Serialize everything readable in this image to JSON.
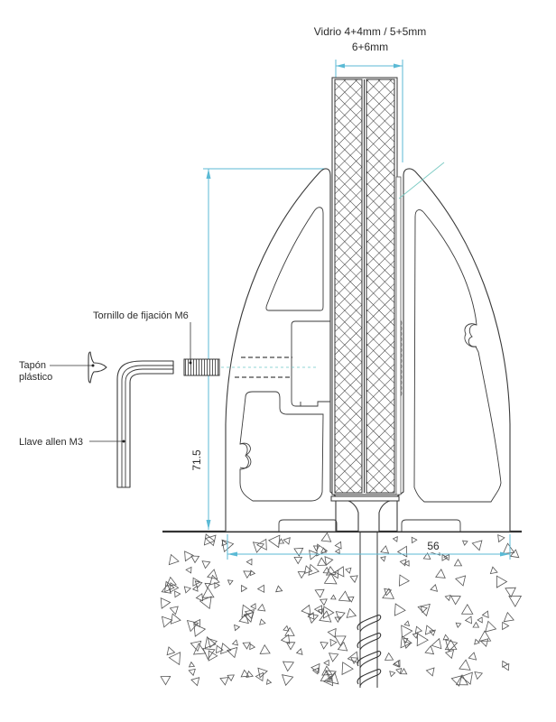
{
  "diagram": {
    "title": "Glass clamp profile installation detail",
    "glass_label": {
      "line1": "Vidrio 4+4mm / 5+5mm",
      "line2": "6+6mm"
    },
    "parts": [
      {
        "id": "fixing-screw",
        "label": "Tornillo de fijación M6"
      },
      {
        "id": "plastic-cap",
        "label_line1": "Tapón",
        "label_line2": "plástico"
      },
      {
        "id": "allen-key",
        "label": "Llave allen M3"
      }
    ],
    "dimensions": {
      "height": "71.5",
      "width": "56"
    },
    "colors": {
      "dimension": "#5bbad5",
      "axis": "#6cc7c9",
      "outline": "#3a3a3a"
    }
  }
}
